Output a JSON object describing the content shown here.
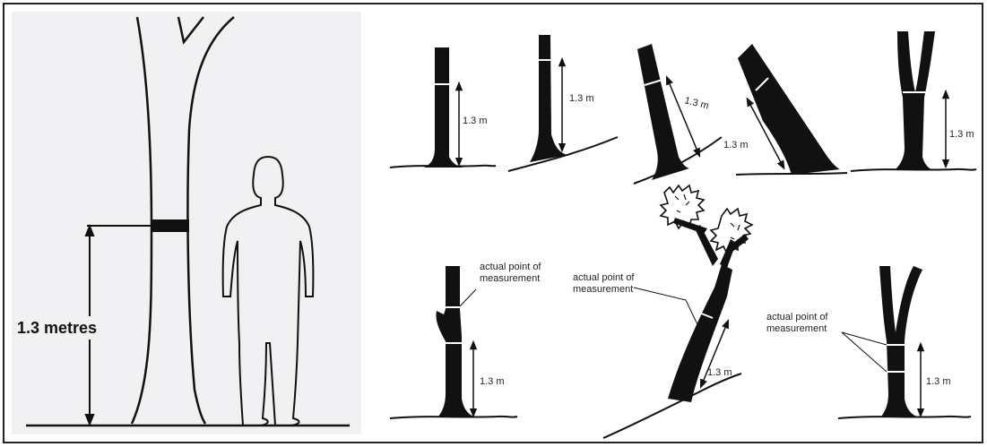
{
  "main_diagram": {
    "height_label": "1.3 metres"
  },
  "examples": {
    "measure_label": "1.3 m",
    "note_line1": "actual point of",
    "note_line2": "measurement"
  },
  "colors": {
    "ink": "#111111",
    "panel": "#f1f1f3",
    "frame": "#222222"
  }
}
